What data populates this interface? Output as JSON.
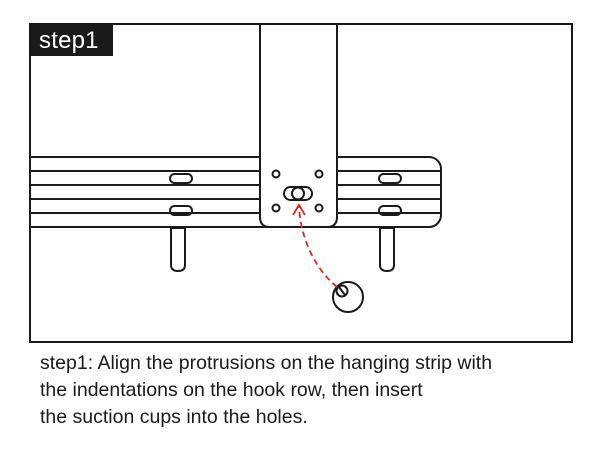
{
  "step_tag": "step1",
  "caption_lines": [
    "step1: Align the protrusions on the hanging strip with",
    "the indentations on the hook row, then insert",
    "the suction cups into the holes."
  ],
  "colors": {
    "line": "#1a1a1a",
    "arrow": "#d62828",
    "background": "#ffffff"
  }
}
